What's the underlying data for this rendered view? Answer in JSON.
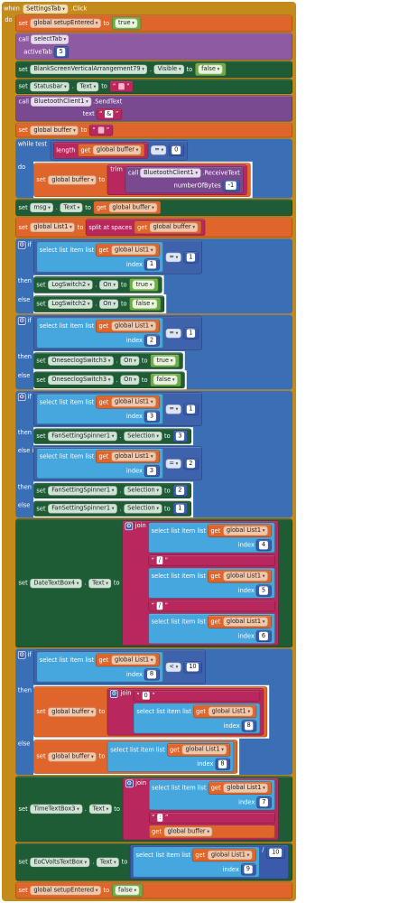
{
  "colors": {
    "event": "#c38a1c",
    "variable": "#e0652a",
    "logic": "#6cae43",
    "control": "#3b6fb5",
    "math": "#3a5ba9",
    "text": "#b8285e",
    "list": "#45a7de",
    "procedure": "#8e5ba3",
    "component": "#2c6a3d",
    "componentSet": "#1e5c36",
    "bluetooth": "#7a4a91",
    "compare": "#3f62ad"
  },
  "event": {
    "when": "when",
    "component": "SettingsTab",
    "name": ".Click",
    "do": "do"
  },
  "statements": [
    {
      "t": "setvar",
      "lbl": "set",
      "v": "global setupEntered",
      "to": "to",
      "val": {
        "t": "bool",
        "v": "true"
      }
    },
    {
      "t": "call",
      "lbl": "call",
      "name": "selectTab",
      "args": [
        {
          "name": "activeTab",
          "val": {
            "t": "num",
            "v": "5"
          }
        }
      ]
    },
    {
      "t": "setprop",
      "lbl": "set",
      "comp": "BlankScreenVerticalArrangement79",
      "prop": "Visible",
      "to": "to",
      "val": {
        "t": "bool",
        "v": "false"
      }
    },
    {
      "t": "setprop",
      "lbl": "set",
      "comp": "Statusbar",
      "prop": "Text",
      "to": "to",
      "val": {
        "t": "str",
        "v": "",
        "pink": true
      }
    },
    {
      "t": "callcomp",
      "lbl": "call",
      "comp": "BluetoothClient1",
      "method": ".SendText",
      "args": [
        {
          "name": "text",
          "val": {
            "t": "str",
            "v": "&"
          }
        }
      ]
    },
    {
      "t": "setvar",
      "lbl": "set",
      "v": "global buffer",
      "to": "to",
      "val": {
        "t": "str",
        "v": "",
        "pink": true
      }
    },
    {
      "t": "while",
      "lbl": "while",
      "test": "test",
      "cond": {
        "t": "compare",
        "op": "=",
        "l": {
          "t": "length",
          "lbl": "length",
          "val": {
            "t": "get",
            "lbl": "get",
            "v": "global buffer"
          }
        },
        "r": {
          "t": "num",
          "v": "0"
        }
      },
      "do": "do",
      "body": [
        {
          "t": "setvar",
          "lbl": "set",
          "v": "global buffer",
          "to": "to",
          "val": {
            "t": "trim",
            "lbl": "trim",
            "val": {
              "t": "callcompv",
              "lbl": "call",
              "comp": "BluetoothClient1",
              "method": ".ReceiveText",
              "args": [
                {
                  "name": "numberOfBytes",
                  "val": {
                    "t": "num",
                    "v": "-1"
                  }
                }
              ]
            }
          }
        }
      ]
    },
    {
      "t": "setprop",
      "lbl": "set",
      "comp": "msg",
      "prop": "Text",
      "to": "to",
      "val": {
        "t": "get",
        "lbl": "get",
        "v": "global buffer"
      }
    },
    {
      "t": "setvar",
      "lbl": "set",
      "v": "global List1",
      "to": "to",
      "val": {
        "t": "split",
        "lbl": "split at spaces",
        "val": {
          "t": "get",
          "lbl": "get",
          "v": "global buffer"
        }
      }
    },
    {
      "t": "if",
      "lbl": "if",
      "then": "then",
      "else": "else",
      "cond": {
        "t": "compare",
        "op": "=",
        "l": {
          "t": "sel",
          "lbl": "select list item  list",
          "idx": "index",
          "list": {
            "t": "get",
            "lbl": "get",
            "v": "global List1"
          },
          "i": {
            "t": "num",
            "v": "1"
          }
        },
        "r": {
          "t": "num",
          "v": "1"
        }
      },
      "thenBody": [
        {
          "t": "setprop",
          "lbl": "set",
          "comp": "LogSwitch2",
          "prop": "On",
          "to": "to",
          "val": {
            "t": "bool",
            "v": "true"
          }
        }
      ],
      "elseBody": [
        {
          "t": "setprop",
          "lbl": "set",
          "comp": "LogSwitch2",
          "prop": "On",
          "to": "to",
          "val": {
            "t": "bool",
            "v": "false"
          }
        }
      ]
    },
    {
      "t": "if",
      "lbl": "if",
      "then": "then",
      "else": "else",
      "cond": {
        "t": "compare",
        "op": "=",
        "l": {
          "t": "sel",
          "lbl": "select list item  list",
          "idx": "index",
          "list": {
            "t": "get",
            "lbl": "get",
            "v": "global List1"
          },
          "i": {
            "t": "num",
            "v": "2"
          }
        },
        "r": {
          "t": "num",
          "v": "1"
        }
      },
      "thenBody": [
        {
          "t": "setprop",
          "lbl": "set",
          "comp": "OneseclogSwitch3",
          "prop": "On",
          "to": "to",
          "val": {
            "t": "bool",
            "v": "true"
          }
        }
      ],
      "elseBody": [
        {
          "t": "setprop",
          "lbl": "set",
          "comp": "OneseclogSwitch3",
          "prop": "On",
          "to": "to",
          "val": {
            "t": "bool",
            "v": "false"
          }
        }
      ]
    },
    {
      "t": "if",
      "lbl": "if",
      "then": "then",
      "elseif": "else if",
      "else": "else",
      "cond": {
        "t": "compare",
        "op": "=",
        "l": {
          "t": "sel",
          "lbl": "select list item  list",
          "idx": "index",
          "list": {
            "t": "get",
            "lbl": "get",
            "v": "global List1"
          },
          "i": {
            "t": "num",
            "v": "3"
          }
        },
        "r": {
          "t": "num",
          "v": "1"
        }
      },
      "thenBody": [
        {
          "t": "setprop",
          "lbl": "set",
          "comp": "FanSettingSpinner1",
          "prop": "Selection",
          "to": "to",
          "val": {
            "t": "num",
            "v": "3"
          }
        }
      ],
      "cond2": {
        "t": "compare",
        "op": "=",
        "l": {
          "t": "sel",
          "lbl": "select list item  list",
          "idx": "index",
          "list": {
            "t": "get",
            "lbl": "get",
            "v": "global List1"
          },
          "i": {
            "t": "num",
            "v": "3"
          }
        },
        "r": {
          "t": "num",
          "v": "2"
        }
      },
      "thenBody2": [
        {
          "t": "setprop",
          "lbl": "set",
          "comp": "FanSettingSpinner1",
          "prop": "Selection",
          "to": "to",
          "val": {
            "t": "num",
            "v": "2"
          }
        }
      ],
      "elseBody": [
        {
          "t": "setprop",
          "lbl": "set",
          "comp": "FanSettingSpinner1",
          "prop": "Selection",
          "to": "to",
          "val": {
            "t": "num",
            "v": "1"
          }
        }
      ]
    },
    {
      "t": "setprop",
      "lbl": "set",
      "comp": "DateTextBox4",
      "prop": "Text",
      "to": "to",
      "val": {
        "t": "join",
        "lbl": "join",
        "items": [
          {
            "t": "sel",
            "lbl": "select list item  list",
            "idx": "index",
            "list": {
              "t": "get",
              "lbl": "get",
              "v": "global List1"
            },
            "i": {
              "t": "num",
              "v": "4"
            }
          },
          {
            "t": "str",
            "v": "/"
          },
          {
            "t": "sel",
            "lbl": "select list item  list",
            "idx": "index",
            "list": {
              "t": "get",
              "lbl": "get",
              "v": "global List1"
            },
            "i": {
              "t": "num",
              "v": "5"
            }
          },
          {
            "t": "str",
            "v": "/"
          },
          {
            "t": "sel",
            "lbl": "select list item  list",
            "idx": "index",
            "list": {
              "t": "get",
              "lbl": "get",
              "v": "global List1"
            },
            "i": {
              "t": "num",
              "v": "6"
            }
          }
        ]
      }
    },
    {
      "t": "if",
      "lbl": "if",
      "then": "then",
      "else": "else",
      "cond": {
        "t": "compare",
        "op": "<",
        "l": {
          "t": "sel",
          "lbl": "select list item  list",
          "idx": "index",
          "list": {
            "t": "get",
            "lbl": "get",
            "v": "global List1"
          },
          "i": {
            "t": "num",
            "v": "8"
          }
        },
        "r": {
          "t": "num",
          "v": "10"
        }
      },
      "thenBody": [
        {
          "t": "setvar",
          "lbl": "set",
          "v": "global buffer",
          "to": "to",
          "val": {
            "t": "join",
            "lbl": "join",
            "items": [
              {
                "t": "str",
                "v": "0"
              },
              {
                "t": "sel",
                "lbl": "select list item  list",
                "idx": "index",
                "list": {
                  "t": "get",
                  "lbl": "get",
                  "v": "global List1"
                },
                "i": {
                  "t": "num",
                  "v": "8"
                }
              }
            ]
          }
        }
      ],
      "elseBody": [
        {
          "t": "setvar",
          "lbl": "set",
          "v": "global buffer",
          "to": "to",
          "val": {
            "t": "sel",
            "lbl": "select list item  list",
            "idx": "index",
            "list": {
              "t": "get",
              "lbl": "get",
              "v": "global List1"
            },
            "i": {
              "t": "num",
              "v": "8"
            }
          }
        }
      ]
    },
    {
      "t": "setprop",
      "lbl": "set",
      "comp": "TimeTextBox3",
      "prop": "Text",
      "to": "to",
      "val": {
        "t": "join",
        "lbl": "join",
        "items": [
          {
            "t": "sel",
            "lbl": "select list item  list",
            "idx": "index",
            "list": {
              "t": "get",
              "lbl": "get",
              "v": "global List1"
            },
            "i": {
              "t": "num",
              "v": "7"
            }
          },
          {
            "t": "str",
            "v": ":"
          },
          {
            "t": "get",
            "lbl": "get",
            "v": "global buffer"
          }
        ]
      }
    },
    {
      "t": "setprop",
      "lbl": "set",
      "comp": "EoCVoltsTextBox",
      "prop": "Text",
      "to": "to",
      "val": {
        "t": "arith",
        "op": "/",
        "l": {
          "t": "sel",
          "lbl": "select list item  list",
          "idx": "index",
          "list": {
            "t": "get",
            "lbl": "get",
            "v": "global List1"
          },
          "i": {
            "t": "num",
            "v": "9"
          }
        },
        "r": {
          "t": "num",
          "v": "10"
        }
      }
    },
    {
      "t": "setvar",
      "lbl": "set",
      "v": "global setupEntered",
      "to": "to",
      "val": {
        "t": "bool",
        "v": "false"
      }
    }
  ]
}
